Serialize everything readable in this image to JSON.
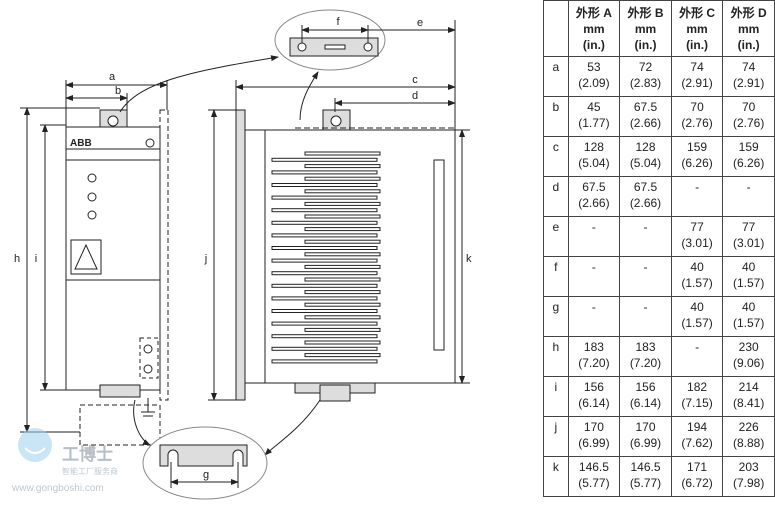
{
  "drawing": {
    "dim_labels": {
      "a": "a",
      "b": "b",
      "c": "c",
      "d": "d",
      "e": "e",
      "f": "f",
      "g": "g",
      "h": "h",
      "i": "i",
      "j": "j",
      "k": "k"
    },
    "brand_label": "ABB"
  },
  "watermark": {
    "name": "工博士",
    "slogan": "智能工厂服务商",
    "url": "www.gongboshi.com"
  },
  "table": {
    "headers": [
      {
        "title": "外形 A",
        "unit": "mm",
        "unit2": "(in.)"
      },
      {
        "title": "外形 B",
        "unit": "mm",
        "unit2": "(in.)"
      },
      {
        "title": "外形 C",
        "unit": "mm",
        "unit2": "(in.)"
      },
      {
        "title": "外形 D",
        "unit": "mm",
        "unit2": "(in.)"
      }
    ],
    "rows": [
      {
        "label": "a",
        "cells": [
          [
            "53",
            "(2.09)"
          ],
          [
            "72",
            "(2.83)"
          ],
          [
            "74",
            "(2.91)"
          ],
          [
            "74",
            "(2.91)"
          ]
        ]
      },
      {
        "label": "b",
        "cells": [
          [
            "45",
            "(1.77)"
          ],
          [
            "67.5",
            "(2.66)"
          ],
          [
            "70",
            "(2.76)"
          ],
          [
            "70",
            "(2.76)"
          ]
        ]
      },
      {
        "label": "c",
        "cells": [
          [
            "128",
            "(5.04)"
          ],
          [
            "128",
            "(5.04)"
          ],
          [
            "159",
            "(6.26)"
          ],
          [
            "159",
            "(6.26)"
          ]
        ]
      },
      {
        "label": "d",
        "cells": [
          [
            "67.5",
            "(2.66)"
          ],
          [
            "67.5",
            "(2.66)"
          ],
          [
            "-",
            ""
          ],
          [
            "-",
            ""
          ]
        ]
      },
      {
        "label": "e",
        "cells": [
          [
            "-",
            ""
          ],
          [
            "-",
            ""
          ],
          [
            "77",
            "(3.01)"
          ],
          [
            "77",
            "(3.01)"
          ]
        ]
      },
      {
        "label": "f",
        "cells": [
          [
            "-",
            ""
          ],
          [
            "-",
            ""
          ],
          [
            "40",
            "(1.57)"
          ],
          [
            "40",
            "(1.57)"
          ]
        ]
      },
      {
        "label": "g",
        "cells": [
          [
            "-",
            ""
          ],
          [
            "-",
            ""
          ],
          [
            "40",
            "(1.57)"
          ],
          [
            "40",
            "(1.57)"
          ]
        ]
      },
      {
        "label": "h",
        "cells": [
          [
            "183",
            "(7.20)"
          ],
          [
            "183",
            "(7.20)"
          ],
          [
            "-",
            ""
          ],
          [
            "230",
            "(9.06)"
          ]
        ]
      },
      {
        "label": "i",
        "cells": [
          [
            "156",
            "(6.14)"
          ],
          [
            "156",
            "(6.14)"
          ],
          [
            "182",
            "(7.15)"
          ],
          [
            "214",
            "(8.41)"
          ]
        ]
      },
      {
        "label": "j",
        "cells": [
          [
            "170",
            "(6.99)"
          ],
          [
            "170",
            "(6.99)"
          ],
          [
            "194",
            "(7.62)"
          ],
          [
            "226",
            "(8.88)"
          ]
        ]
      },
      {
        "label": "k",
        "cells": [
          [
            "146.5",
            "(5.77)"
          ],
          [
            "146.5",
            "(5.77)"
          ],
          [
            "171",
            "(6.72)"
          ],
          [
            "203",
            "(7.98)"
          ]
        ]
      }
    ]
  }
}
